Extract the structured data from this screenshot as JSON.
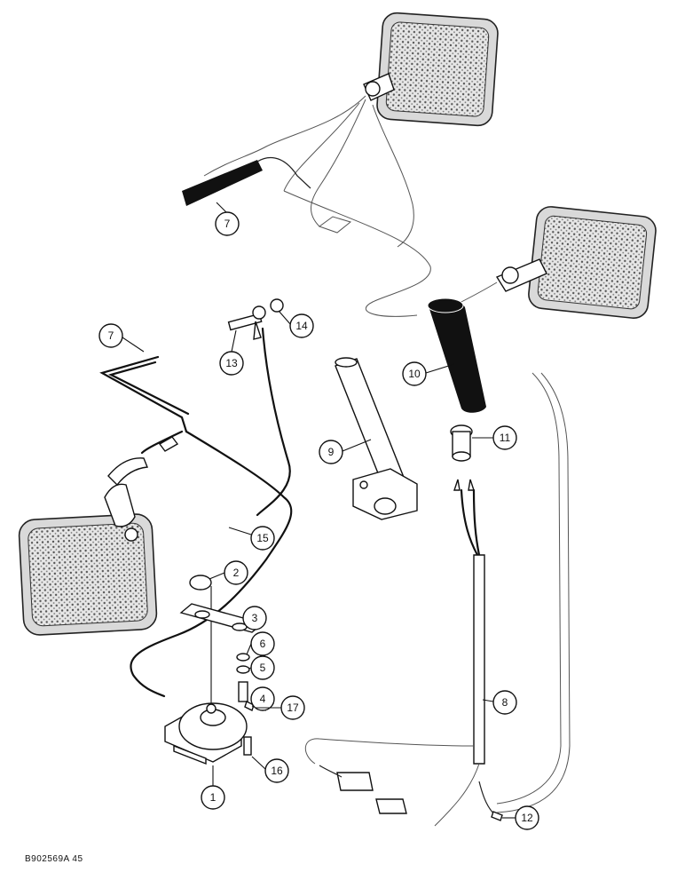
{
  "figure_code": "B902569A 45",
  "callouts": [
    {
      "label": "1",
      "part": "horn"
    },
    {
      "label": "2",
      "part": "nut"
    },
    {
      "label": "3",
      "part": "mounting-bracket"
    },
    {
      "label": "4",
      "part": "bolt"
    },
    {
      "label": "5",
      "part": "lock-washer"
    },
    {
      "label": "6",
      "part": "nut"
    },
    {
      "label": "7",
      "part": "wiring-harness"
    },
    {
      "label": "7",
      "part": "wiring-harness"
    },
    {
      "label": "8",
      "part": "wire-harness"
    },
    {
      "label": "9",
      "part": "lever-bracket"
    },
    {
      "label": "10",
      "part": "handle-grip"
    },
    {
      "label": "11",
      "part": "horn-button"
    },
    {
      "label": "12",
      "part": "connector"
    },
    {
      "label": "13",
      "part": "bolt"
    },
    {
      "label": "14",
      "part": "nut"
    },
    {
      "label": "15",
      "part": "horn-wire"
    },
    {
      "label": "16",
      "part": "screw"
    },
    {
      "label": "17",
      "part": "terminal"
    }
  ]
}
